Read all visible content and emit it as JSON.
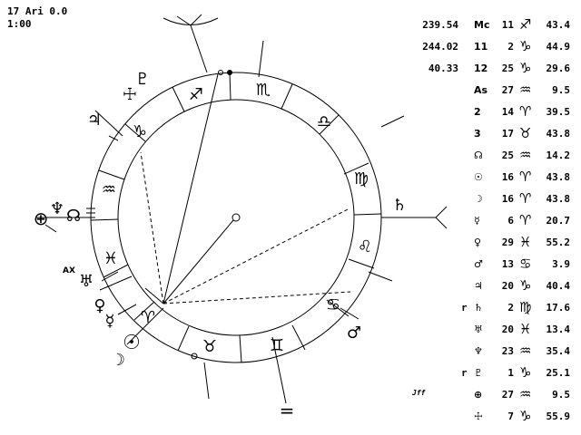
{
  "header": {
    "line1": "17 Ari  0.0",
    "line2": "1:00"
  },
  "ring_signs": [
    "♐",
    "♑",
    "♒",
    "♓",
    "♈",
    "♉",
    "♊",
    "♋",
    "♌",
    "♍",
    "♎",
    "♏"
  ],
  "chart_labels": {
    "saturn": "♄",
    "jupiter": "♃",
    "uranus": "♅",
    "ax": "AX",
    "venus": "♀",
    "mercury": "☿",
    "sun": "☉",
    "moon": "☽",
    "mars": "♂",
    "neptune": "♆",
    "node": "☊",
    "fortune": "⊕",
    "pluto": "♇",
    "vertex": "☩",
    "bottom_mark": "="
  },
  "table": [
    {
      "num": "239.54",
      "r": "",
      "label": "Mc",
      "deg": "11",
      "sign": "♐",
      "min": "43.4"
    },
    {
      "num": "244.02",
      "r": "",
      "label": "11",
      "deg": "2",
      "sign": "♑",
      "min": "44.9"
    },
    {
      "num": "40.33",
      "r": "",
      "label": "12",
      "deg": "25",
      "sign": "♑",
      "min": "29.6"
    },
    {
      "num": "",
      "r": "",
      "label": "As",
      "deg": "27",
      "sign": "♒",
      "min": "9.5"
    },
    {
      "num": "",
      "r": "",
      "label": "2",
      "deg": "14",
      "sign": "♈",
      "min": "39.5"
    },
    {
      "num": "",
      "r": "",
      "label": "3",
      "deg": "17",
      "sign": "♉",
      "min": "43.8"
    },
    {
      "num": "",
      "r": "",
      "label": "☊",
      "deg": "25",
      "sign": "♒",
      "min": "14.2"
    },
    {
      "num": "",
      "r": "",
      "label": "☉",
      "deg": "16",
      "sign": "♈",
      "min": "43.8"
    },
    {
      "num": "",
      "r": "",
      "label": "☽",
      "deg": "16",
      "sign": "♈",
      "min": "43.8"
    },
    {
      "num": "",
      "r": "",
      "label": "☿",
      "deg": "6",
      "sign": "♈",
      "min": "20.7"
    },
    {
      "num": "",
      "r": "",
      "label": "♀",
      "deg": "29",
      "sign": "♓",
      "min": "55.2"
    },
    {
      "num": "",
      "r": "",
      "label": "♂",
      "deg": "13",
      "sign": "♋",
      "min": "3.9"
    },
    {
      "num": "",
      "r": "",
      "label": "♃",
      "deg": "20",
      "sign": "♑",
      "min": "40.4"
    },
    {
      "num": "",
      "r": "r",
      "label": "♄",
      "deg": "2",
      "sign": "♍",
      "min": "17.6"
    },
    {
      "num": "",
      "r": "",
      "label": "♅",
      "deg": "20",
      "sign": "♓",
      "min": "13.4"
    },
    {
      "num": "",
      "r": "",
      "label": "♆",
      "deg": "23",
      "sign": "♒",
      "min": "35.4"
    },
    {
      "num": "",
      "r": "r",
      "label": "♇",
      "deg": "1",
      "sign": "♑",
      "min": "25.1"
    },
    {
      "num": "",
      "r": "",
      "label": "⊕",
      "deg": "27",
      "sign": "♒",
      "min": "9.5"
    },
    {
      "num": "",
      "r": "",
      "label": "☩",
      "deg": "7",
      "sign": "♑",
      "min": "55.9"
    }
  ],
  "logo": "Jff"
}
